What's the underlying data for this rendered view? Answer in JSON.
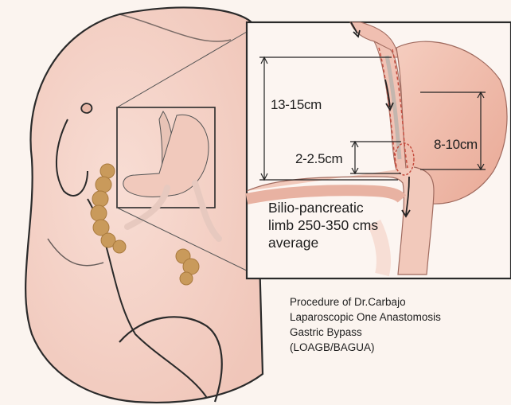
{
  "measurements": {
    "pouch_length": "13-15cm",
    "anastomosis_width": "2-2.5cm",
    "right_length": "8-10cm"
  },
  "limb_label": {
    "line1": "Bilio-pancreatic",
    "line2": "limb 250-350 cms",
    "line3": "average"
  },
  "caption": {
    "line1": "Procedure of Dr.Carbajo",
    "line2": "Laparoscopic One Anastomosis",
    "line3": "Gastric Bypass",
    "line4": "(LOAGB/BAGUA)"
  },
  "colors": {
    "background": "#fbf4ef",
    "skin": "#f3cfc4",
    "stomach": "#eeb5a6",
    "colon": "#c99a5b",
    "outline": "#222222",
    "staple_line": "#c44a3c"
  }
}
